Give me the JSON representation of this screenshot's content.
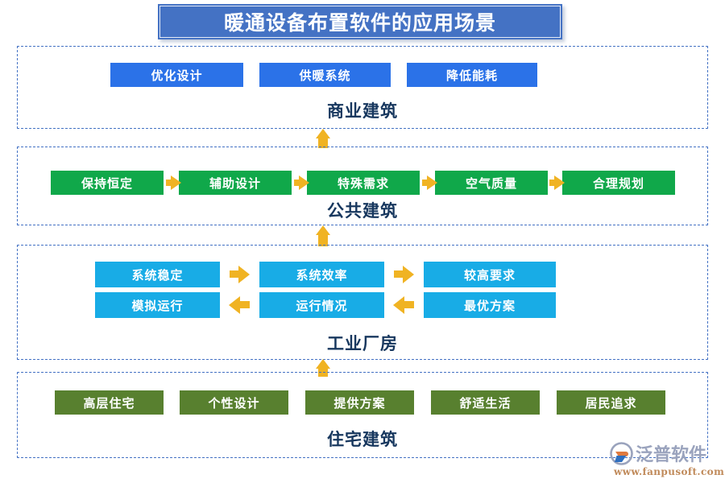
{
  "title": "暖通设备布置软件的应用场景",
  "theme": {
    "title_bar_bg": "#4472c4",
    "section_border": "#4472c4",
    "section_label_color": "#17375e",
    "arrow_color": "#f0b323",
    "commercial_box_bg": "#2b72e8",
    "public_box_bg": "#10a84a",
    "industrial_box_bg": "#18ace6",
    "residential_box_bg": "#58802f"
  },
  "sections": [
    {
      "label": "商业建筑",
      "color_key": "blue",
      "nodes": [
        "优化设计",
        "供暖系统",
        "降低能耗"
      ],
      "arrows": []
    },
    {
      "label": "公共建筑",
      "color_key": "green",
      "nodes": [
        "保持恒定",
        "辅助设计",
        "特殊需求",
        "空气质量",
        "合理规划"
      ],
      "arrows": [
        "right",
        "right",
        "right",
        "right"
      ]
    },
    {
      "label": "工业厂房",
      "color_key": "cyan",
      "nodes": [
        "系统稳定",
        "系统效率",
        "较高要求",
        "模拟运行",
        "运行情况",
        "最优方案"
      ],
      "arrows": [
        "right",
        "right",
        "left",
        "left"
      ]
    },
    {
      "label": "住宅建筑",
      "color_key": "olive",
      "nodes": [
        "高层住宅",
        "个性设计",
        "提供方案",
        "舒适生活",
        "居民追求"
      ],
      "arrows": []
    }
  ],
  "connectors": [
    {
      "direction": "up"
    },
    {
      "direction": "up"
    },
    {
      "direction": "up"
    }
  ],
  "logo": {
    "name": "泛普软件",
    "url": "www.fanpusoft.com"
  }
}
